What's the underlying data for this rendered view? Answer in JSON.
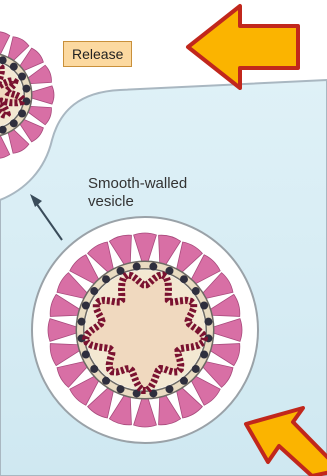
{
  "labels": {
    "release": "Release",
    "vesicle_line1": "Smooth-walled",
    "vesicle_line2": "vesicle"
  },
  "colors": {
    "cytoplasm": "#d4ecf4",
    "cell_edge": "#a9b7c1",
    "lumen": "#ffffff",
    "spike": "#d86fa5",
    "membrane": "#e9dcc2",
    "protein_dark": "#2f2f3e",
    "genome": "#7a1230",
    "arrow_fill": "#fbb400",
    "arrow_edge": "#c1271c",
    "pointer": "#3a4c5a"
  },
  "icons": {
    "release_arrow": "left-arrow-icon",
    "bottom_arrow": "up-left-arrow-icon"
  }
}
